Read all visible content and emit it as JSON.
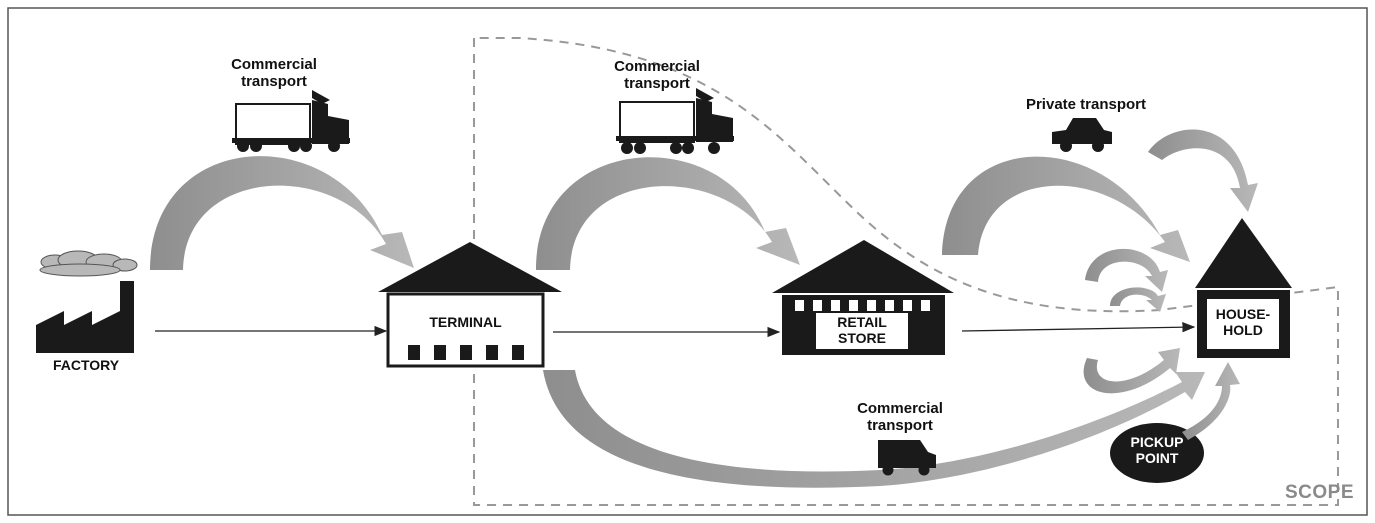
{
  "labels": {
    "factory": "FACTORY",
    "terminal": "TERMINAL",
    "retail_store": "RETAIL\nSTORE",
    "household": "HOUSE-\nHOLD",
    "pickup_point": "PICKUP\nPOINT",
    "scope": "SCOPE"
  },
  "transport_labels": {
    "commercial_1": "Commercial\ntransport",
    "commercial_2": "Commercial\ntransport",
    "private": "Private transport",
    "commercial_3": "Commercial\ntransport"
  },
  "colors": {
    "arrow_fill": "#a8a8a8",
    "arrow_dark": "#8c8c8c",
    "building": "#1a1a1a",
    "scope_line": "#999999",
    "frame": "#555555"
  }
}
